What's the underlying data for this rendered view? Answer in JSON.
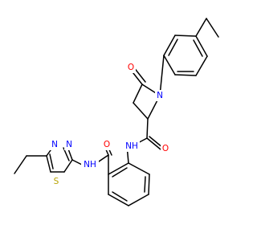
{
  "colors": {
    "background": "#ffffff",
    "bond": "#000000",
    "nitrogen": "#0000ff",
    "oxygen": "#ff0000",
    "sulfur": "#b8a300"
  },
  "atoms": {
    "n_pyrrolidine": "N",
    "o_lactam": "O",
    "o_amide1": "O",
    "nh_amide1": "NH",
    "o_amide2": "O",
    "nh_amide2": "NH",
    "n_thiadiazole_a": "N",
    "n_thiadiazole_b": "N",
    "s_thiadiazole": "S"
  }
}
